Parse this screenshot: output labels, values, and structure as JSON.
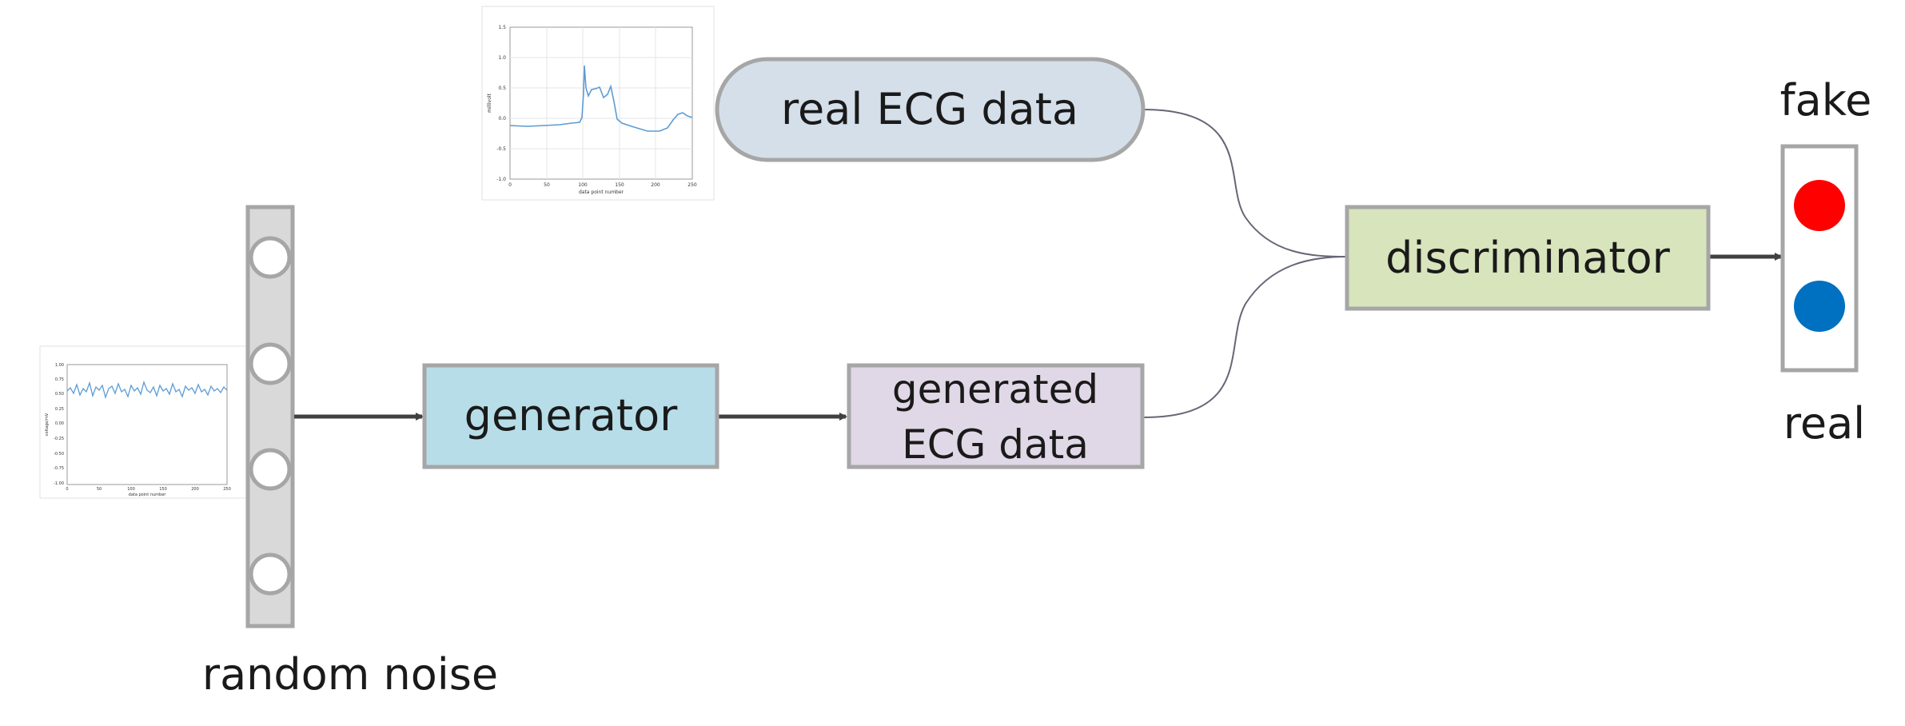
{
  "nodes": {
    "real_ecg": "real ECG data",
    "generator": "generator",
    "generated_ecg_line1": "generated",
    "generated_ecg_line2": "ECG data",
    "discriminator": "discriminator",
    "random_noise": "random noise"
  },
  "outputs": {
    "fake_label": "fake",
    "real_label": "real",
    "fake_color": "#ff0000",
    "real_color": "#0070c0"
  },
  "colors": {
    "real_ecg_fill": "#d5dfea",
    "generator_fill": "#b7dde8",
    "generated_fill": "#e0d8e6",
    "discriminator_fill": "#d8e4bc",
    "noise_bar_fill": "#d9d9d9",
    "border": "#a6a6a6",
    "arrow": "#404040",
    "plot_line": "#5b9bd5"
  },
  "thumbnails": {
    "real_ecg_plot": {
      "yticks": [
        "1.5",
        "1.0",
        "0.5",
        "0.0",
        "-0.5",
        "-1.0"
      ],
      "xticks": [
        "0",
        "50",
        "100",
        "150",
        "200",
        "250"
      ],
      "xlabel": "data point number",
      "ylabel": "millivolt"
    },
    "noise_plot": {
      "yticks": [
        "1.00",
        "0.75",
        "0.50",
        "0.25",
        "0.00",
        "-0.25",
        "-0.50",
        "-0.75",
        "-1.00"
      ],
      "xticks": [
        "0",
        "50",
        "100",
        "150",
        "200",
        "250"
      ],
      "xlabel": "data point number",
      "ylabel": "voltage/mV"
    }
  }
}
